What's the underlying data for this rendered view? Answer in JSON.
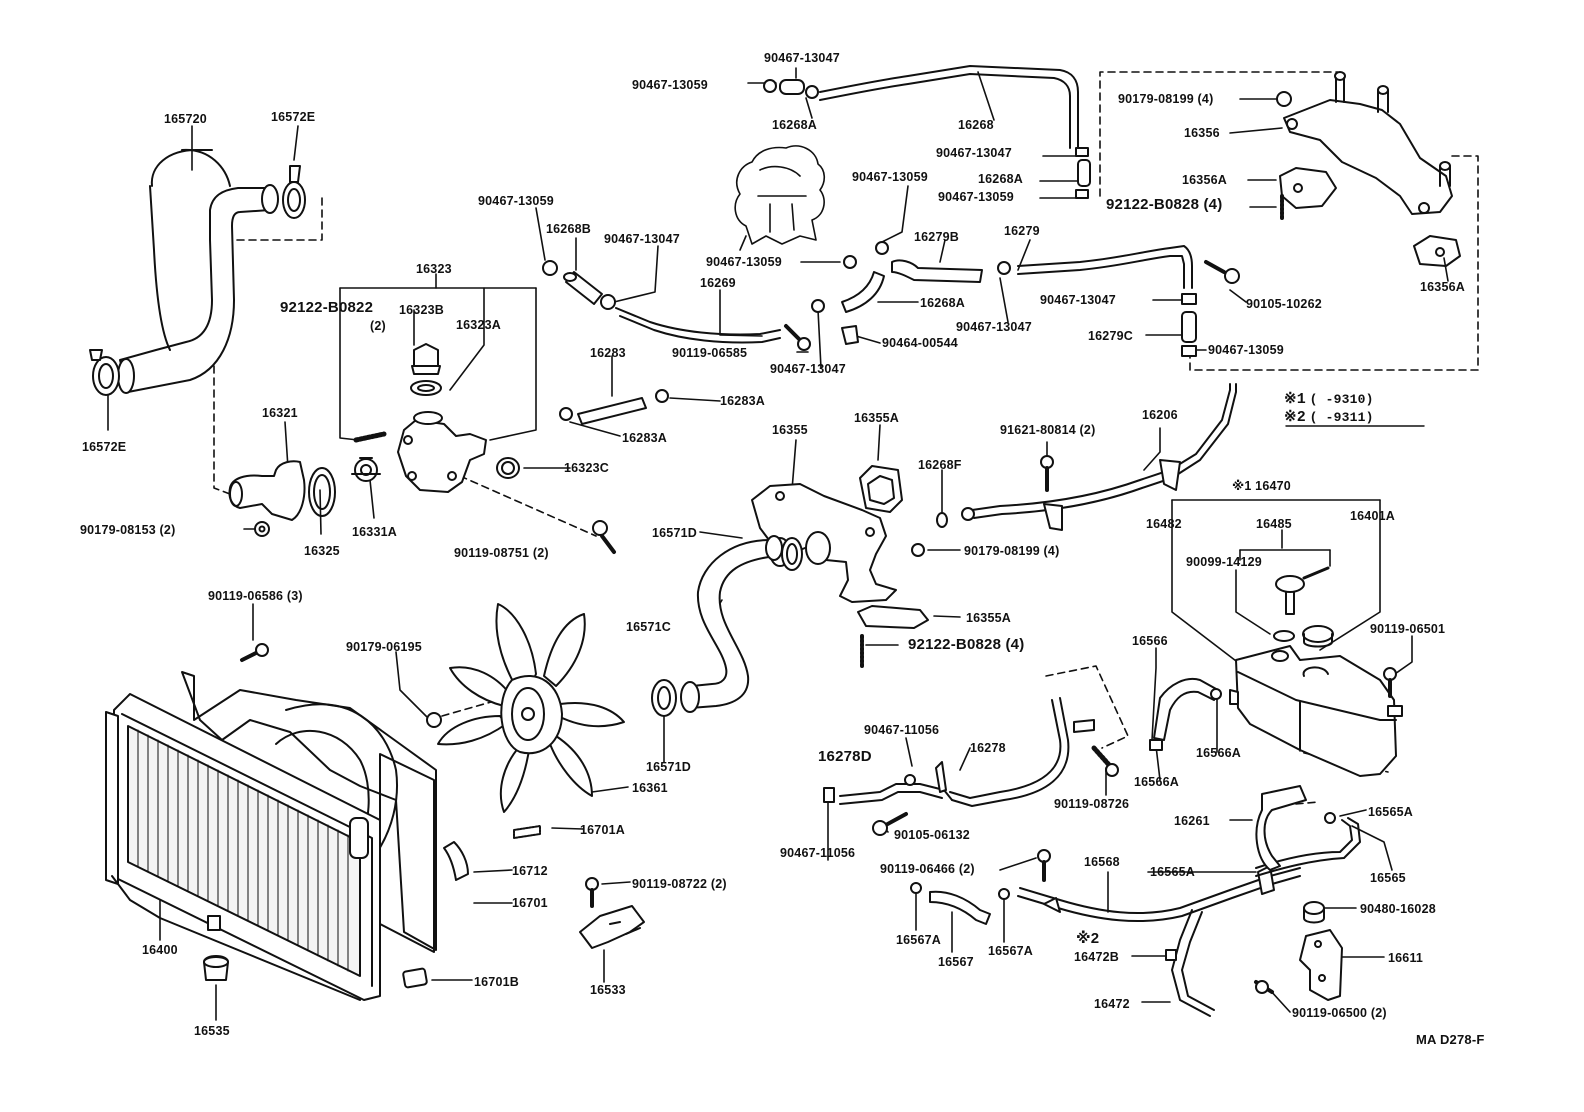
{
  "labels": {
    "l165720": "165720",
    "l16572E_top": "16572E",
    "l16572E_left": "16572E",
    "l16323": "16323",
    "l92122_B0822": "92122-B0822",
    "l92122_B0822_qty": "(2)",
    "l16323B": "16323B",
    "l16323A": "16323A",
    "l16321": "16321",
    "l16323C": "16323C",
    "l90179_08153": "90179-08153 (2)",
    "l16325": "16325",
    "l16331A": "16331A",
    "l90119_08751": "90119-08751 (2)",
    "l90467_13059_a": "90467-13059",
    "l90467_13047_a": "90467-13047",
    "l16268A_a": "16268A",
    "l16268": "16268",
    "l90467_13047_b": "90467-13047",
    "l16268A_b": "16268A",
    "l90467_13059_b": "90467-13059",
    "l90179_08199_a": "90179-08199 (4)",
    "l16356": "16356",
    "l16356A_a": "16356A",
    "l92122_B0828_a": "92122-B0828 (4)",
    "l16356A_b": "16356A",
    "l90467_13059_c": "90467-13059",
    "l16268B": "16268B",
    "l90467_13047_c": "90467-13047",
    "l90467_13059_d": "90467-13059",
    "l16269": "16269",
    "l90467_13059_e": "90467-13059",
    "l16279B": "16279B",
    "l16279": "16279",
    "l16268A_c": "16268A",
    "l90119_06585": "90119-06585",
    "l90467_13047_d": "90467-13047",
    "l90464_00544": "90464-00544",
    "l90467_13047_e": "90467-13047",
    "l90467_13047_f": "90467-13047",
    "l90105_10262": "90105-10262",
    "l16279C": "16279C",
    "l90467_13059_f": "90467-13059",
    "l16283": "16283",
    "l16283A_a": "16283A",
    "l16283A_b": "16283A",
    "l16355": "16355",
    "l16355A_a": "16355A",
    "l16268F": "16268F",
    "l91621_80814": "91621-80814 (2)",
    "l16206": "16206",
    "l16571D_a": "16571D",
    "l90179_08199_b": "90179-08199 (4)",
    "l16571C": "16571C",
    "l16355A_b": "16355A",
    "l92122_B0828_b": "92122-B0828 (4)",
    "l16571D_b": "16571D",
    "l90119_06586": "90119-06586 (3)",
    "l90179_06195": "90179-06195",
    "l16361": "16361",
    "l16701A": "16701A",
    "l16712": "16712",
    "l16701": "16701",
    "l16400": "16400",
    "l16535": "16535",
    "l16701B": "16701B",
    "l90119_08722": "90119-08722 (2)",
    "l16533": "16533",
    "l90467_11056_a": "90467-11056",
    "l16278D": "16278D",
    "l16278": "16278",
    "l90119_08726": "90119-08726",
    "l90105_06132": "90105-06132",
    "l90467_11056_b": "90467-11056",
    "l90119_06466": "90119-06466 (2)",
    "l16568": "16568",
    "l16567A_a": "16567A",
    "l16567": "16567",
    "l16567A_b": "16567A",
    "l16472B_mark": "※2",
    "l16472B": "16472B",
    "l16472": "16472",
    "l16470": "※1 16470",
    "l16482": "16482",
    "l16485": "16485",
    "l16401A": "16401A",
    "l90099_14129": "90099-14129",
    "l90119_06501": "90119-06501",
    "l16566": "16566",
    "l16566A_a": "16566A",
    "l16566A_b": "16566A",
    "l16261": "16261",
    "l16565A_a": "16565A",
    "l16565A_b": "16565A",
    "l16565": "16565",
    "l90480_16028": "90480-16028",
    "l16611": "16611",
    "l90119_06500": "90119-06500 (2)",
    "l_footer": "MA D278-F"
  },
  "conditions": {
    "c1_mark": "※1",
    "c1_text": "(     -9310)",
    "c2_mark": "※2",
    "c2_text": "(     -9311)"
  }
}
